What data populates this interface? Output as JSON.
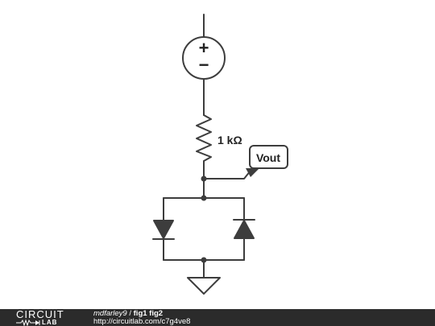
{
  "schematic": {
    "source_plus": "+",
    "source_minus": "−",
    "resistor_label": "1 kΩ",
    "probe_label": "Vout"
  },
  "footer": {
    "logo_top": "CIRCUIT",
    "logo_bottom": "LAB",
    "user": "mdfarley9",
    "separator": " / ",
    "title": "fig1 fig2",
    "url": "http://circuitlab.com/c7g4ve8"
  }
}
